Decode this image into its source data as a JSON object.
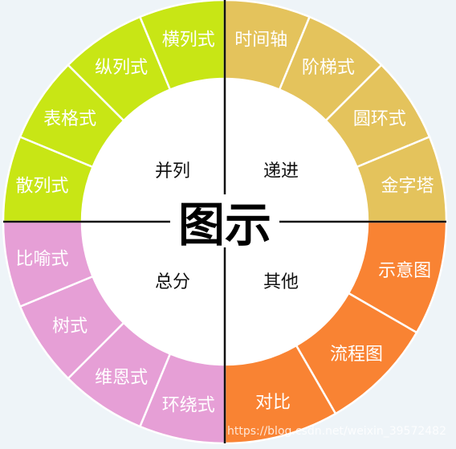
{
  "center": {
    "title": "图示"
  },
  "quadrants": [
    {
      "id": "parallel",
      "label": "并列",
      "color": "#c8e615",
      "items": [
        "散列式",
        "表格式",
        "纵列式",
        "横列式"
      ]
    },
    {
      "id": "progressive",
      "label": "递进",
      "color": "#e4c35c",
      "items": [
        "时间轴",
        "阶梯式",
        "圆环式",
        "金字塔"
      ]
    },
    {
      "id": "other",
      "label": "其他",
      "color": "#f98333",
      "items": [
        "示意图",
        "流程图",
        "对比"
      ]
    },
    {
      "id": "total-split",
      "label": "总分",
      "color": "#e69fd6",
      "items": [
        "环绕式",
        "维恩式",
        "树式",
        "比喻式"
      ]
    }
  ],
  "watermark": "https://blog.csdn.net/weixin_39572482"
}
